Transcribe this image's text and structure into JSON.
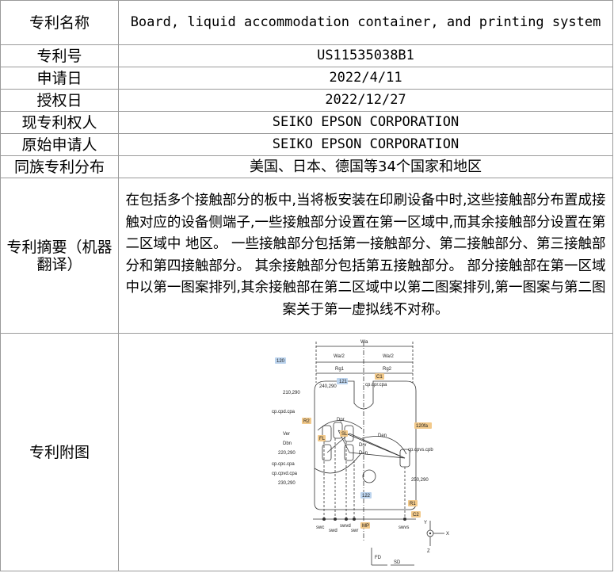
{
  "rows": {
    "title": {
      "label": "专利名称",
      "value": "Board, liquid accommodation container, and printing system"
    },
    "number": {
      "label": "专利号",
      "value": "US11535038B1"
    },
    "filing_date": {
      "label": "申请日",
      "value": "2022/4/11"
    },
    "grant_date": {
      "label": "授权日",
      "value": "2022/12/27"
    },
    "assignee": {
      "label": "现专利权人",
      "value": "SEIKO EPSON CORPORATION"
    },
    "original_applicant": {
      "label": "原始申请人",
      "value": "SEIKO EPSON CORPORATION"
    },
    "family": {
      "label": "同族专利分布",
      "value": "美国、日本、德国等34个国家和地区"
    },
    "abstract": {
      "label": "专利摘要（机器翻译）",
      "value": "在包括多个接触部分的板中,当将板安装在印刷设备中时,这些接触部分布置成接触对应的设备侧端子,一些接触部分设置在第一区域中,而其余接触部分设置在第二区域中 地区。 一些接触部分包括第一接触部分、第二接触部分、第三接触部分和第四接触部分。 其余接触部分包括第五接触部分。 部分接触部在第一区域中以第一图案排列,其余接触部在第二区域中以第二图案排列,第一图案与第二图案关于第一虚拟线不对称。"
    },
    "figure": {
      "label": "专利附图"
    }
  },
  "figure_labels": {
    "wa": "Wa",
    "wa_half_left": "Wa/2",
    "wa_half_right": "Wa/2",
    "rg1": "Rg1",
    "rg2": "Rg2",
    "n120": "120",
    "n121": "121",
    "c1": "C1",
    "n240_290": "240,290",
    "cp_cpr_cpa": "cp.cpr.cpa",
    "n210_290": "210,290",
    "cp_cpd_cpa": "cp.cpd.cpa",
    "r2": "R2",
    "ver": "Ver",
    "dbn": "Dbn",
    "n220_290": "220,290",
    "cp_cpc_cpa": "cp.cpc.cpa",
    "cp_cpvd_cpa": "cp.cpvd.cpa",
    "n230_290": "230,290",
    "dpr": "Dpr",
    "sl": "SL",
    "fl": "FL",
    "den": "Den",
    "drv": "Drv",
    "den2": "Den",
    "n120fa": "120fa",
    "cp_cpvs_cpb": "cp.cpvs.cpb",
    "n250_290": "250,290",
    "n122": "122",
    "r1": "R1",
    "c2": "C2",
    "mp": "MP",
    "swc": "swc",
    "swd": "swd",
    "swvd": "swvd",
    "swr": "swr",
    "swvs": "swvs",
    "ax_y": "Y",
    "ax_x": "X",
    "ax_z": "Z",
    "fd": "FD",
    "sd": "SD"
  }
}
